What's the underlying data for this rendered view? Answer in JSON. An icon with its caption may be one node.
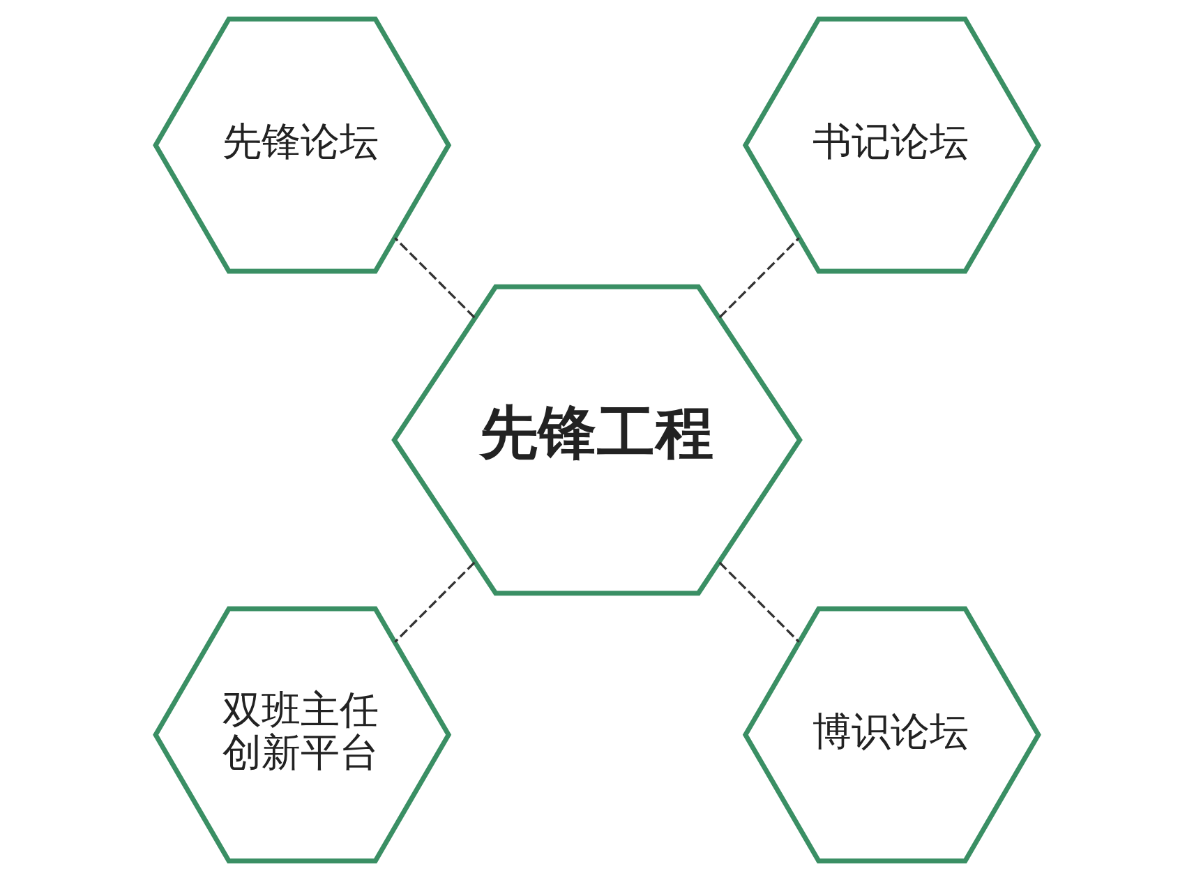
{
  "diagram": {
    "nodes": [
      {
        "text": [
          "先锋论坛"
        ]
      },
      {
        "text": [
          "书记论坛"
        ]
      },
      {
        "text": [
          "先锋工程"
        ]
      },
      {
        "text": [
          "双班主任创新平台"
        ]
      },
      {
        "text": [
          "博识论坛"
        ]
      }
    ],
    "edges": [
      {
        "from": 2,
        "to": 0,
        "arrow": "none",
        "style": "dashed"
      },
      {
        "from": 2,
        "to": 1,
        "arrow": "none",
        "style": "dashed"
      },
      {
        "from": 2,
        "to": 3,
        "arrow": "none",
        "style": "dashed"
      },
      {
        "from": 2,
        "to": 4,
        "arrow": "none",
        "style": "dashed"
      }
    ]
  }
}
